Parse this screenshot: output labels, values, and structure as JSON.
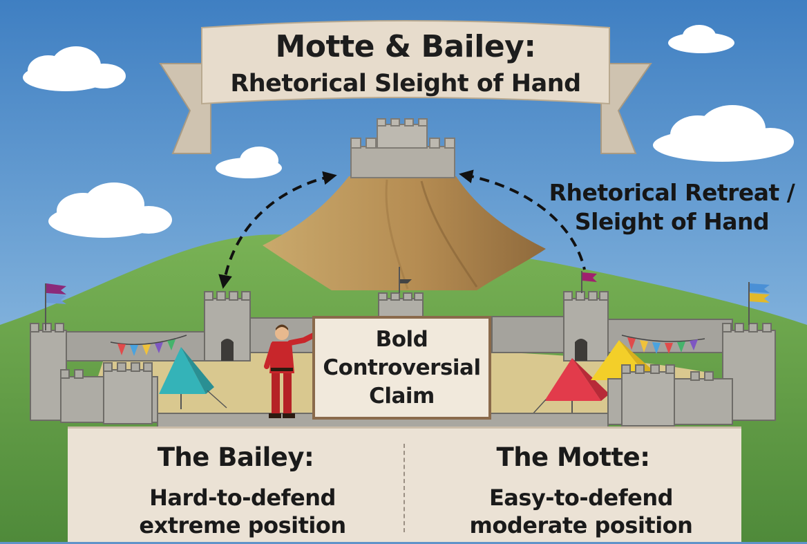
{
  "title": {
    "line1": "Motte & Bailey:",
    "line2": "Rhetorical Sleight of Hand"
  },
  "retreat_label": {
    "line1": "Rhetorical Retreat /",
    "line2": "Sleight of Hand"
  },
  "claim_sign": {
    "line1": "Bold",
    "line2": "Controversial",
    "line3": "Claim"
  },
  "bailey": {
    "heading": "The Bailey:",
    "desc_line1": "Hard-to-defend",
    "desc_line2": "extreme position",
    "icon": "official-person-icon"
  },
  "motte": {
    "heading": "The Motte:",
    "desc_line1": "Easy-to-defend",
    "desc_line2": "moderate position",
    "icon": "family-icon"
  },
  "colors": {
    "sky": "#5f93c9",
    "hill": "#6aa84f",
    "motte_mound": "#b8955c",
    "stone": "#9c9a95",
    "banner": "#e7dccc",
    "figure_red": "#c8262b",
    "panel": "#ebe2d5"
  }
}
